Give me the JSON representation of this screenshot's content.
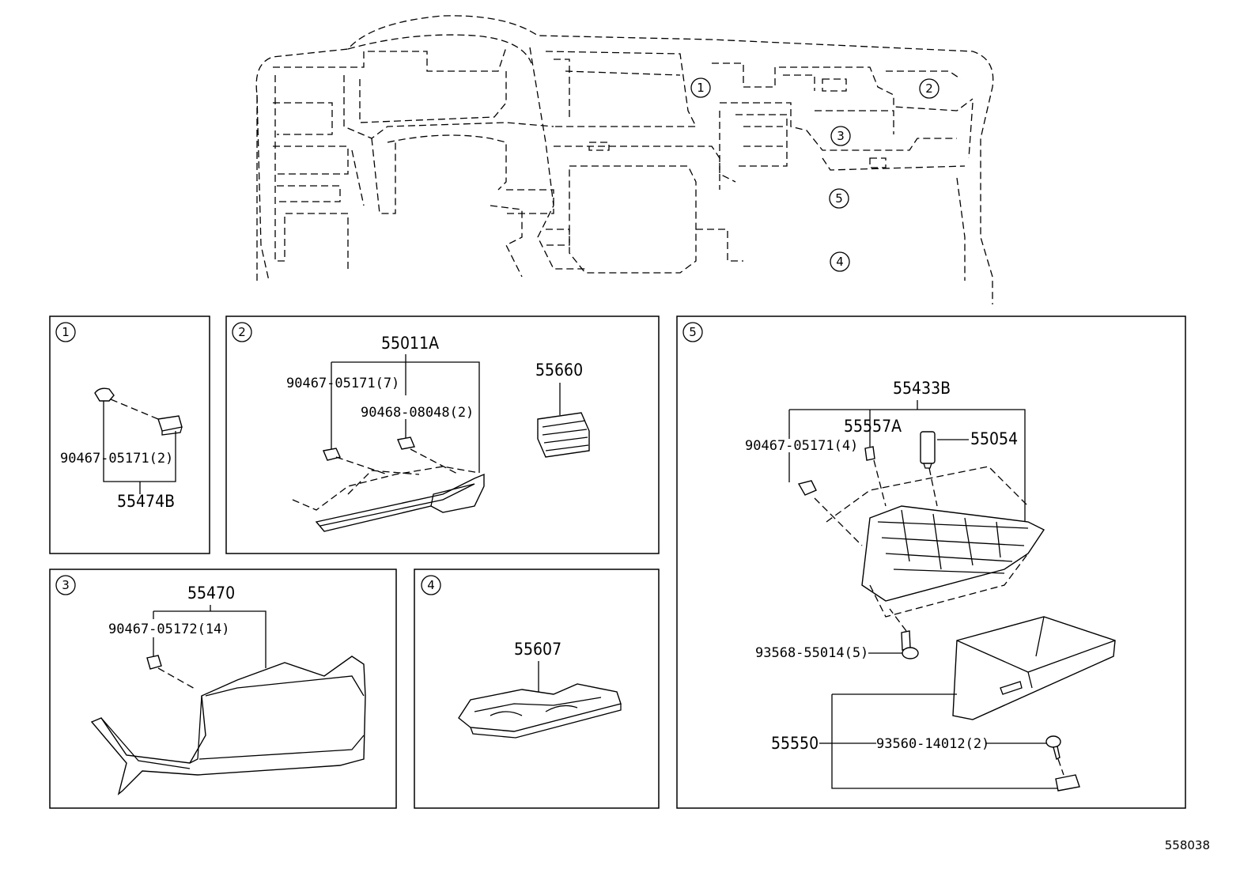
{
  "diagram": {
    "ref_code": "558038",
    "overview_callouts": [
      "1",
      "2",
      "3",
      "5",
      "4"
    ],
    "panels": [
      {
        "id": "1",
        "labels": {
          "fastener": "90467-05171(2)",
          "main": "55474B"
        }
      },
      {
        "id": "2",
        "labels": {
          "main": "55011A",
          "fastener_a": "90467-05171(7)",
          "fastener_b": "90468-08048(2)",
          "vent": "55660"
        }
      },
      {
        "id": "3",
        "labels": {
          "main": "55470",
          "fastener": "90467-05172(14)"
        }
      },
      {
        "id": "4",
        "labels": {
          "main": "55607"
        }
      },
      {
        "id": "5",
        "labels": {
          "main": "55433B",
          "clip": "55557A",
          "fastener": "90467-05171(4)",
          "damper": "55054",
          "screw": "93568-55014(5)",
          "box": "55550",
          "bolt": "93560-14012(2)"
        }
      }
    ]
  }
}
